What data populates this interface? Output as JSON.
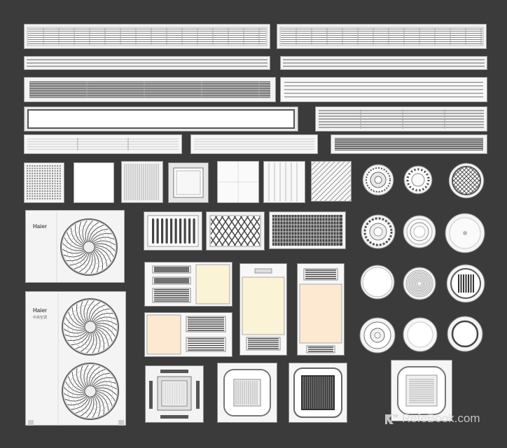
{
  "units": {
    "brand_small": "Haier",
    "brand_large": "Haier",
    "brand_large_sub": "中央空调"
  },
  "watermark": {
    "text": "RefeBook.com",
    "icon": "relebook-logo-icon"
  },
  "colors": {
    "background": "#3b3b3b",
    "panel": "#f2f2f2",
    "cream": "#fbf3d6",
    "peach": "#fde9d2"
  }
}
